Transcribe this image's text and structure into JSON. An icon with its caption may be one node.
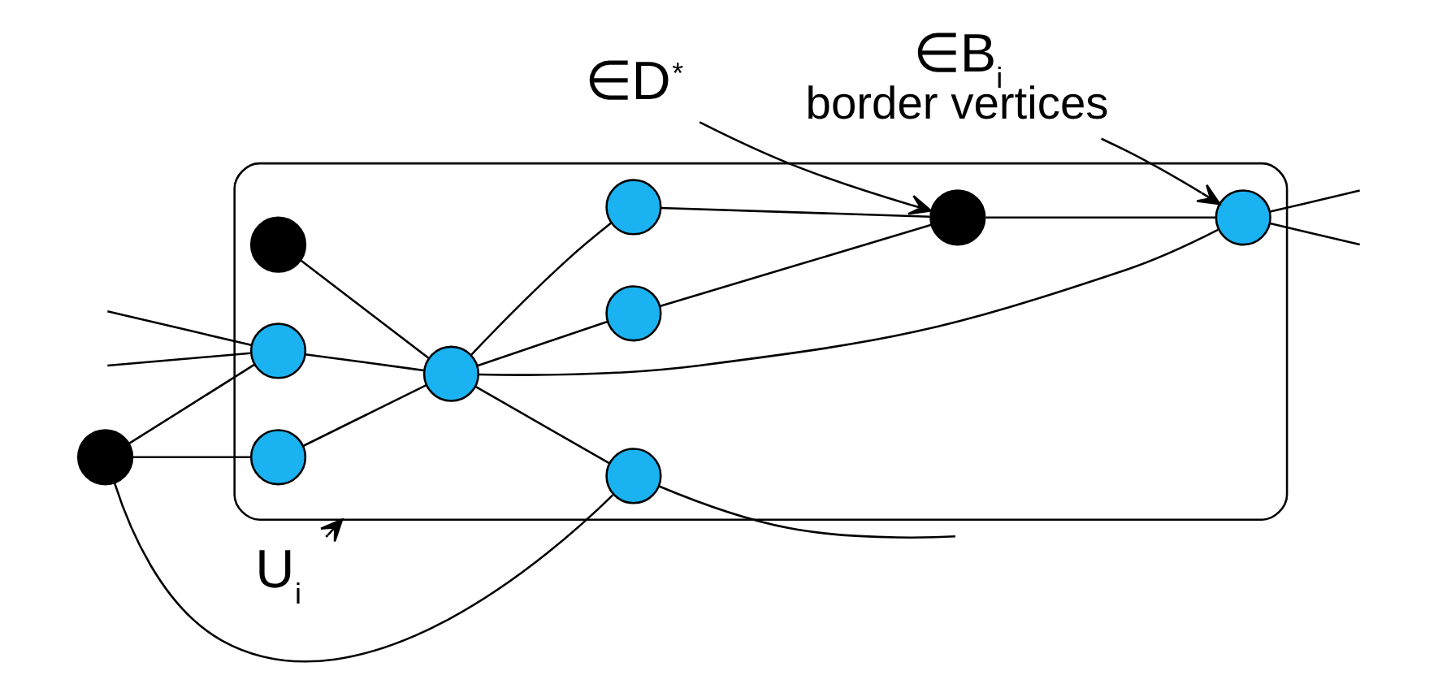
{
  "diagram": {
    "nodes": [
      {
        "text": [],
        "shape": "ellipse"
      },
      {
        "text": [],
        "shape": "circle",
        "in": 0
      },
      {
        "text": [],
        "shape": "circle",
        "in": 0
      },
      {
        "text": [],
        "shape": "circle",
        "in": 0
      },
      {
        "text": [],
        "shape": "circle"
      },
      {
        "text": [],
        "shape": "circle",
        "in": 0
      },
      {
        "text": [],
        "shape": "circle",
        "in": 0
      },
      {
        "text": [],
        "shape": "circle",
        "in": 0
      },
      {
        "text": [],
        "shape": "circle",
        "in": 0
      },
      {
        "text": [],
        "shape": "circle",
        "in": 0
      },
      {
        "text": [],
        "shape": "circle",
        "in": 0
      },
      {
        "text": [
          "U$_{i}$"
        ]
      },
      {
        "text": [
          "∈D$^{*}$"
        ]
      },
      {
        "text": [
          "∈B$_{i}$",
          "border vertices"
        ]
      }
    ],
    "edges": [
      {
        "from": null,
        "to": 3,
        "arrow": "none"
      },
      {
        "from": null,
        "to": 3,
        "arrow": "none"
      },
      {
        "from": 4,
        "to": 3,
        "arrow": "none"
      },
      {
        "from": 4,
        "to": 5,
        "arrow": "none"
      },
      {
        "from": 4,
        "to": 9,
        "arrow": "none"
      },
      {
        "from": 3,
        "to": 6,
        "arrow": "none"
      },
      {
        "from": 1,
        "to": 6,
        "arrow": "none"
      },
      {
        "from": 5,
        "to": 6,
        "arrow": "none"
      },
      {
        "from": 6,
        "to": 7,
        "arrow": "none"
      },
      {
        "from": 6,
        "to": 2,
        "arrow": "none"
      },
      {
        "from": 6,
        "to": 9,
        "arrow": "none"
      },
      {
        "from": 6,
        "to": 10,
        "arrow": "none"
      },
      {
        "from": 2,
        "to": 8,
        "arrow": "none"
      },
      {
        "from": 7,
        "to": 8,
        "arrow": "none"
      },
      {
        "from": 8,
        "to": 10,
        "arrow": "none"
      },
      {
        "from": 9,
        "to": null,
        "arrow": "none"
      },
      {
        "from": 10,
        "to": null,
        "arrow": "none"
      },
      {
        "from": 10,
        "to": null,
        "arrow": "none"
      },
      {
        "from": 11,
        "to": 0,
        "arrow": "to"
      },
      {
        "from": 12,
        "to": 8,
        "arrow": "to"
      },
      {
        "from": 13,
        "to": 10,
        "arrow": "to"
      }
    ]
  }
}
